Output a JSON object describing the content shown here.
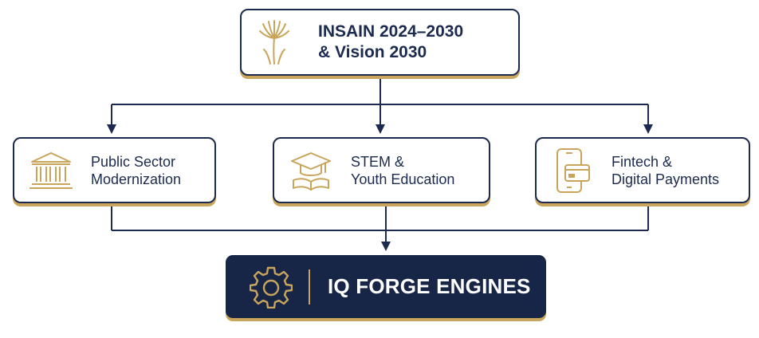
{
  "colors": {
    "navy": "#1b2a4e",
    "gold": "#c9a55c",
    "engine_bg": "#172647"
  },
  "top": {
    "icon": "palm-fan-icon",
    "line1": "INSAIN 2024–2030",
    "line2": "& Vision 2030"
  },
  "pillars": [
    {
      "icon": "government-building-icon",
      "line1": "Public Sector",
      "line2": "Modernization"
    },
    {
      "icon": "graduation-cap-book-icon",
      "line1": "STEM &",
      "line2": "Youth Education"
    },
    {
      "icon": "smartphone-card-icon",
      "line1": "Fintech &",
      "line2": "Digital Payments"
    }
  ],
  "engine": {
    "icon": "gear-icon",
    "label": "IQ FORGE ENGINES"
  }
}
